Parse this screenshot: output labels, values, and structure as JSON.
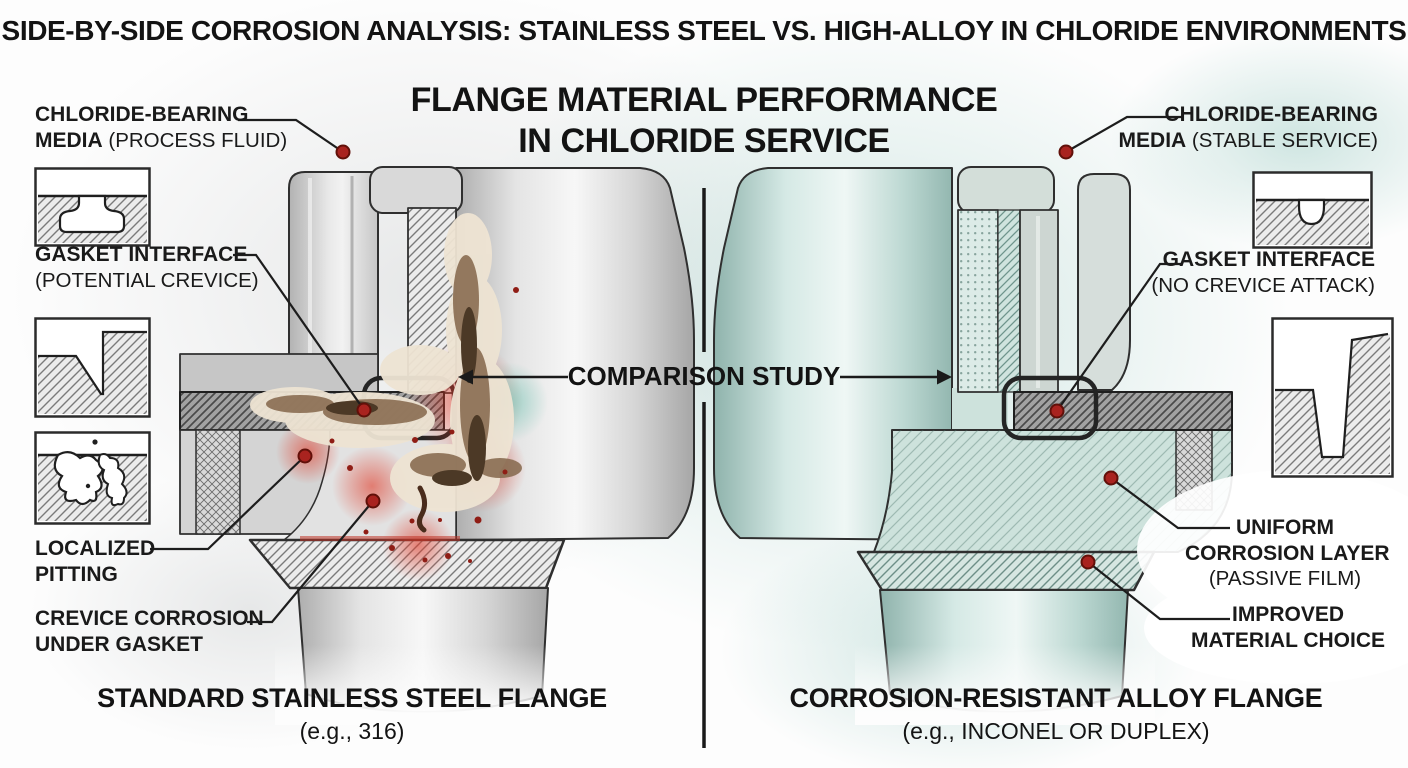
{
  "header": {
    "title": "SIDE-BY-SIDE CORROSION ANALYSIS: STAINLESS STEEL VS. HIGH-ALLOY IN CHLORIDE ENVIRONMENTS"
  },
  "center": {
    "title_line1": "FLANGE MATERIAL PERFORMANCE",
    "title_line2": "IN CHLORIDE SERVICE",
    "comparison_label": "COMPARISON STUDY"
  },
  "left_callouts": [
    {
      "line1": "CHLORIDE-BEARING",
      "line2_bold": "MEDIA",
      "line2_regular": " (PROCESS FLUID)"
    },
    {
      "line1": "GASKET INTERFACE",
      "line2_regular": "(POTENTIAL CREVICE)"
    },
    {
      "line1": "LOCALIZED",
      "line2_bold": "PITTING"
    },
    {
      "line1": "CREVICE CORROSION",
      "line2_bold": "UNDER GASKET"
    }
  ],
  "right_callouts": [
    {
      "line1": "CHLORIDE-BEARING",
      "line2_bold": "MEDIA",
      "line2_regular": " (STABLE SERVICE)"
    },
    {
      "line1": "GASKET INTERFACE",
      "line2_regular": "(NO CREVICE ATTACK)"
    },
    {
      "line1": "UNIFORM",
      "line2_bold": "CORROSION LAYER",
      "line3_regular": "(PASSIVE FILM)"
    },
    {
      "line1": "IMPROVED",
      "line2_bold": "MATERIAL CHOICE"
    }
  ],
  "left_caption": {
    "line1": "STANDARD STAINLESS STEEL FLANGE",
    "line2": "(e.g., 316)"
  },
  "right_caption": {
    "line1": "CORROSION-RESISTANT ALLOY FLANGE",
    "line2": "(e.g., INCONEL OR DUPLEX)"
  },
  "colors": {
    "ink": "#161616",
    "marker_red": "#a9231f",
    "corrosion_brown": "#7a5f45",
    "passive_teal": "#bfded8"
  }
}
